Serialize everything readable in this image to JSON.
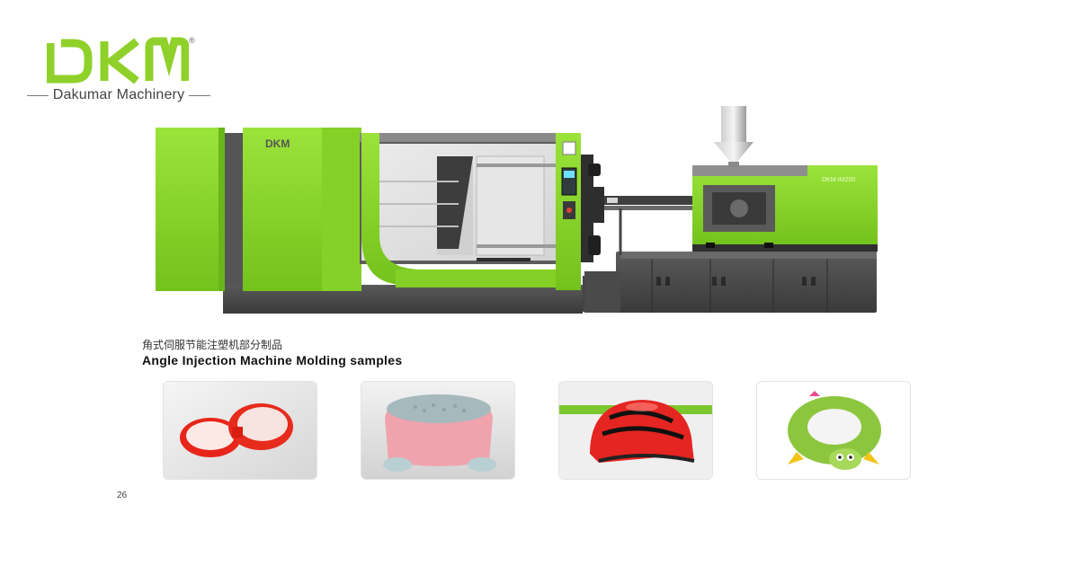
{
  "brand": {
    "logo_text": "DKM",
    "registered_mark": "®",
    "company_name": "Dakumar Machinery",
    "brand_green": "#8fd12a"
  },
  "machine": {
    "clamp_badge": "DKM",
    "injection_badge": "DKM-IM200"
  },
  "caption": {
    "chinese": "角式伺服节能注塑机部分制品",
    "english": "Angle Injection Machine Molding samples"
  },
  "samples": [
    {
      "icon": "red-rings-icon"
    },
    {
      "icon": "pink-stool-icon"
    },
    {
      "icon": "red-helmet-icon"
    },
    {
      "icon": "green-potty-seat-icon"
    }
  ],
  "page_number": "26"
}
